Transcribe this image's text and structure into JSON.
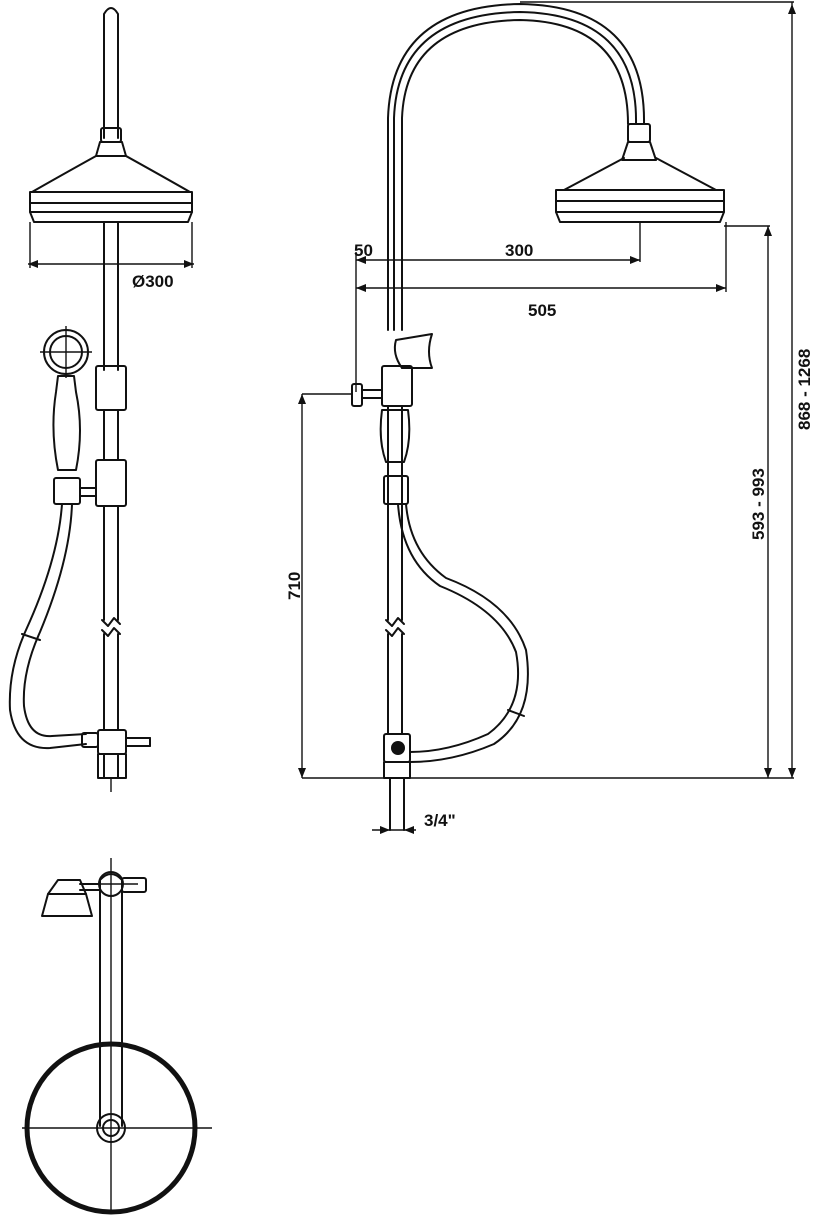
{
  "colors": {
    "line": "#111111",
    "background": "#ffffff"
  },
  "views": {
    "front": {
      "head_diameter_label": "Ø300"
    },
    "side": {
      "offset_label": "50",
      "head_reach_label": "300",
      "total_reach_label": "505",
      "connection_height_label": "710",
      "head_height_range_label": "593 - 993",
      "total_height_range_label": "868 - 1268",
      "thread_label": "3/4\""
    }
  }
}
